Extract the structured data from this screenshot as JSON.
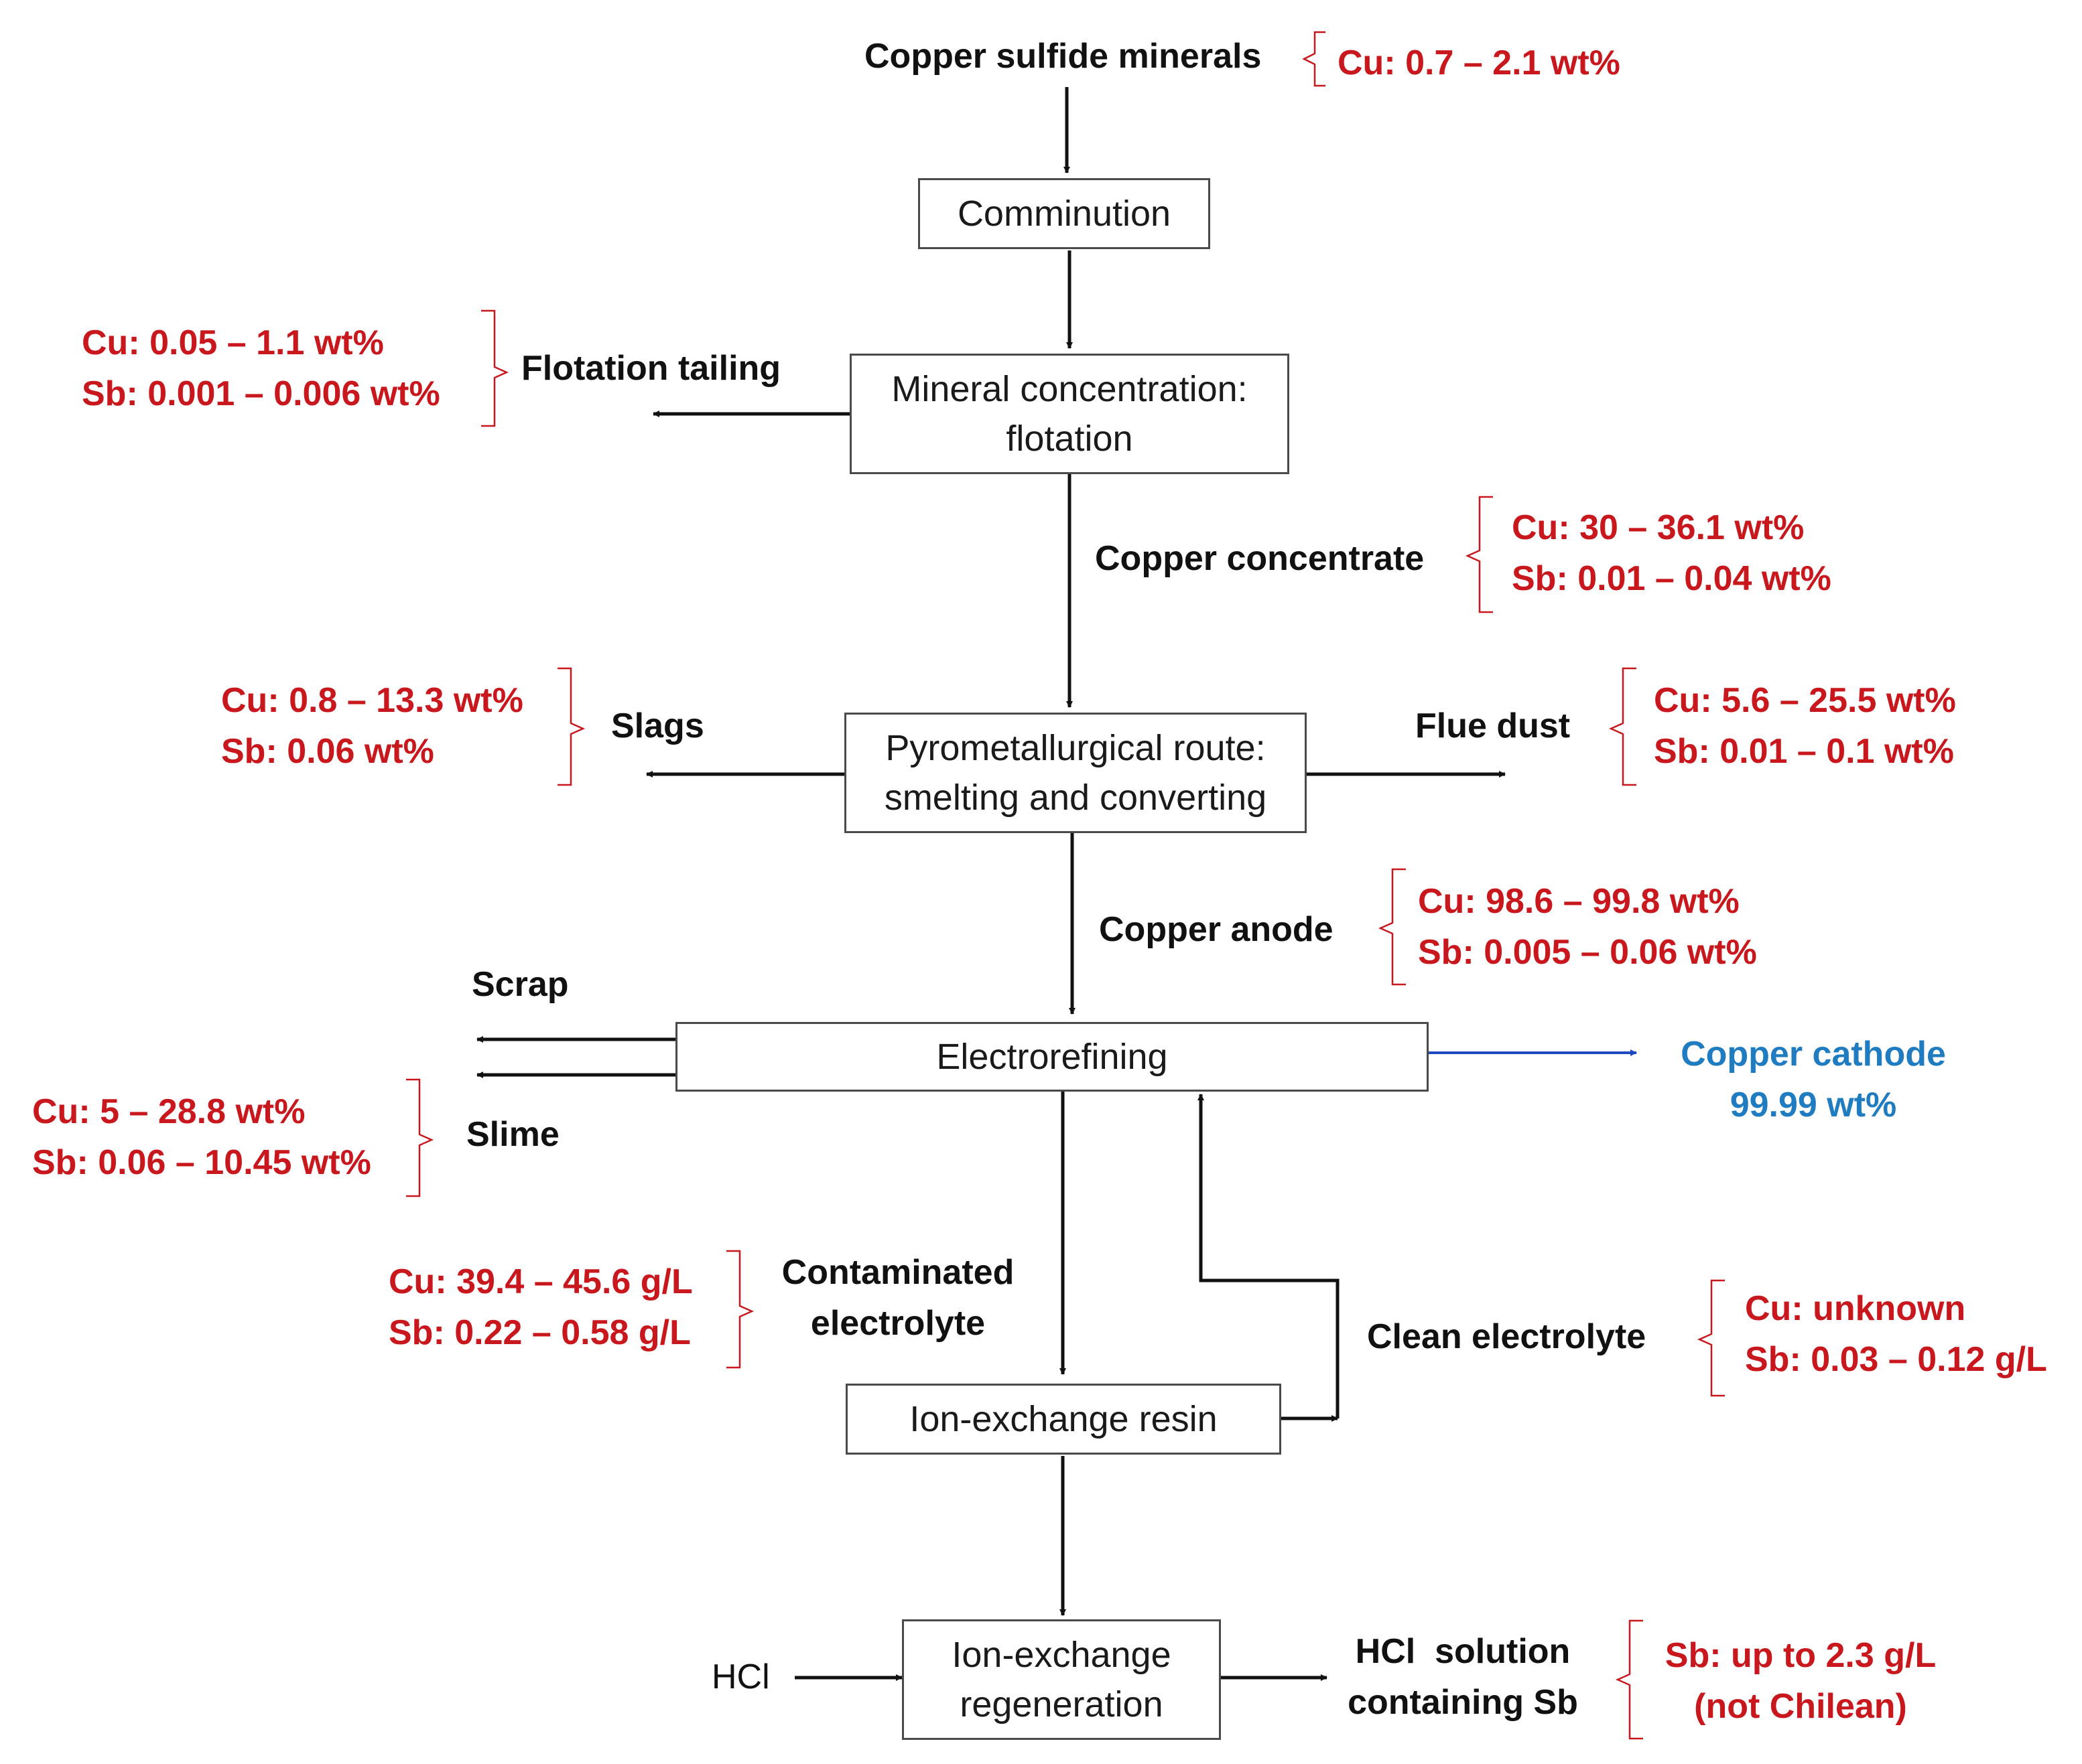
{
  "colors": {
    "annotation": "#c8181e",
    "product": "#1f7cc0",
    "box_border": "#4a4a4a",
    "arrow": "#111111",
    "product_arrow": "#1f49c0"
  },
  "top_feed": {
    "label": "Copper sulfide minerals",
    "composition": [
      "Cu: 0.7 – 2.1 wt%"
    ]
  },
  "boxes": {
    "comminution": "Comminution",
    "flotation": [
      "Mineral concentration:",
      "flotation"
    ],
    "pyro": [
      "Pyrometallurgical route:",
      "smelting and converting"
    ],
    "electrorefining": "Electrorefining",
    "ion_exchange": "Ion-exchange resin",
    "regeneration": [
      "Ion-exchange",
      "regeneration"
    ]
  },
  "streams": {
    "flotation_tailing": {
      "label": "Flotation tailing",
      "composition": [
        "Cu: 0.05 – 1.1 wt%",
        "Sb: 0.001 – 0.006 wt%"
      ]
    },
    "copper_concentrate": {
      "label": "Copper concentrate",
      "composition": [
        "Cu: 30 – 36.1 wt%",
        "Sb: 0.01 – 0.04 wt%"
      ]
    },
    "slags": {
      "label": "Slags",
      "composition": [
        "Cu: 0.8 – 13.3 wt%",
        "Sb: 0.06 wt%"
      ]
    },
    "flue_dust": {
      "label": "Flue dust",
      "composition": [
        "Cu: 5.6 – 25.5 wt%",
        "Sb: 0.01 – 0.1 wt%"
      ]
    },
    "copper_anode": {
      "label": "Copper anode",
      "composition": [
        "Cu: 98.6 – 99.8 wt%",
        "Sb: 0.005 – 0.06 wt%"
      ]
    },
    "scrap": {
      "label": "Scrap"
    },
    "slime": {
      "label": "Slime",
      "composition": [
        "Cu: 5 – 28.8 wt%",
        "Sb: 0.06 – 10.45 wt%"
      ]
    },
    "copper_cathode": {
      "label": "Copper cathode",
      "purity": "99.99 wt%"
    },
    "contaminated_electrolyte": {
      "label": [
        "Contaminated",
        "electrolyte"
      ],
      "composition": [
        "Cu: 39.4 – 45.6 g/L",
        "Sb: 0.22 – 0.58 g/L"
      ]
    },
    "clean_electrolyte": {
      "label": "Clean electrolyte",
      "composition": [
        "Cu: unknown",
        "Sb: 0.03 – 0.12 g/L"
      ]
    },
    "hcl_input": {
      "label": "HCl"
    },
    "hcl_solution": {
      "label": [
        "HCl  solution",
        "containing Sb"
      ],
      "composition": [
        "Sb: up to 2.3 g/L",
        "(not Chilean)"
      ]
    }
  }
}
